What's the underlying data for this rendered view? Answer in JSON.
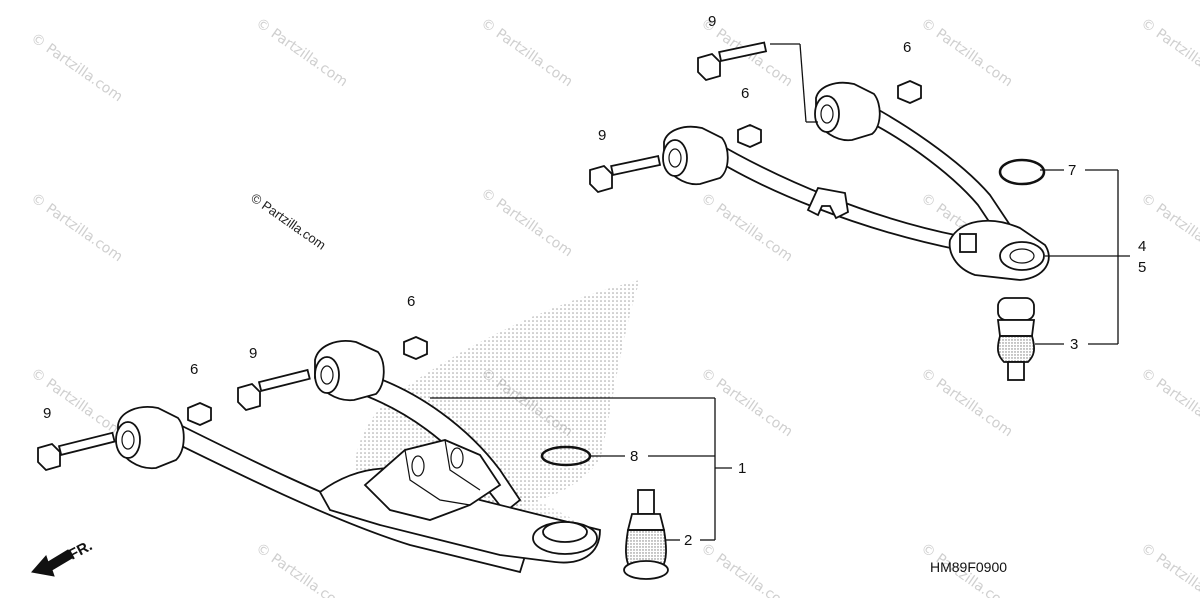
{
  "watermark_text": "© Partzilla.com",
  "diagram_code": "HM89F0900",
  "front_indicator": {
    "label": "FR.",
    "icon": "front-arrow-icon"
  },
  "callouts": {
    "c1": "1",
    "c2": "2",
    "c3": "3",
    "c4": "4",
    "c5": "5",
    "c6a": "6",
    "c6b": "6",
    "c6c": "6",
    "c6d": "6",
    "c7": "7",
    "c8": "8",
    "c9a": "9",
    "c9b": "9",
    "c9c": "9",
    "c9d": "9"
  },
  "colors": {
    "line": "#111111",
    "watermark": "#cfcfcf",
    "logo_stipple": "#9a9a9a"
  }
}
